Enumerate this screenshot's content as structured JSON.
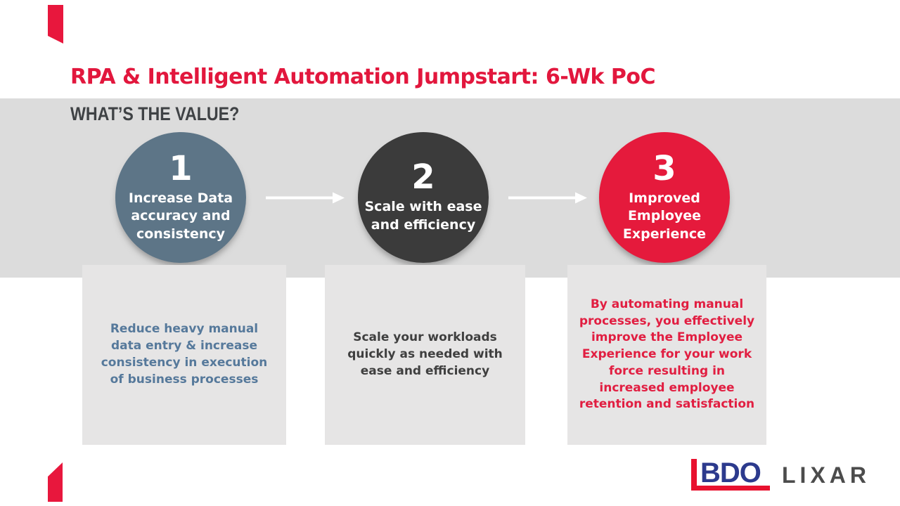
{
  "slide": {
    "title": "RPA & Intelligent Automation Jumpstart: 6-Wk PoC",
    "section_heading": "WHAT’S THE VALUE?"
  },
  "steps": [
    {
      "number": "1",
      "circle_label": "Increase Data accuracy and consistency",
      "detail": "Reduce heavy manual data entry & increase consistency in execution of business processes",
      "circle_color": "#5d7587",
      "detail_text_color": "#56799b"
    },
    {
      "number": "2",
      "circle_label": "Scale with ease and efficiency",
      "detail": "Scale your workloads quickly as needed with ease and efficiency",
      "circle_color": "#3b3b3b",
      "detail_text_color": "#3f3f3f"
    },
    {
      "number": "3",
      "circle_label": "Improved Employee Experience",
      "detail": "By automating manual processes, you effectively improve the Employee Experience for your work force resulting in increased employee retention and satisfaction",
      "circle_color": "#e51a3c",
      "detail_text_color": "#e11e41"
    }
  ],
  "footer": {
    "bdo_logo_text": "BDO",
    "lixar_logo_text": "LIXAR"
  },
  "colors": {
    "accent_red": "#e8173d",
    "title_red": "#e2173d",
    "band_gray": "#dcdcdc",
    "box_gray": "#e6e5e5",
    "heading_gray": "#3f4245",
    "bdo_navy": "#2c3a8d",
    "bdo_red": "#e8112f",
    "lixar_gray": "#4c4c4c",
    "arrow_white": "#ffffff"
  }
}
